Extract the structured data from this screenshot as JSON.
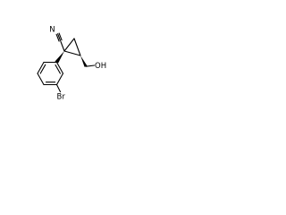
{
  "molecule": {
    "atoms": {
      "nitrile_nitrogen": "N",
      "bromine": "Br",
      "hydroxyl": "OH"
    }
  }
}
